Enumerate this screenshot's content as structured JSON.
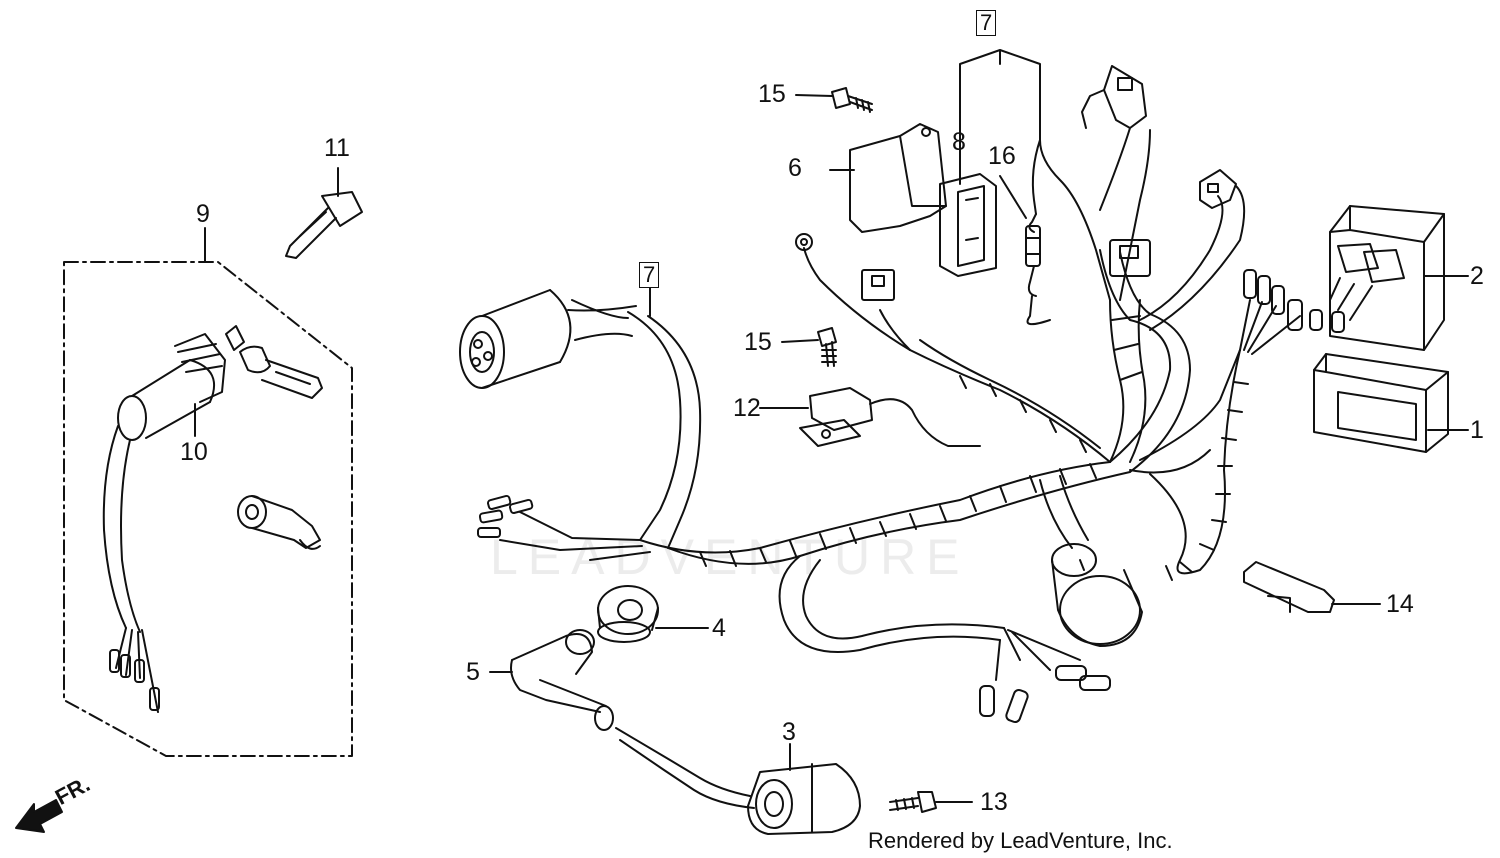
{
  "callouts": [
    {
      "id": "c1",
      "text": "1"
    },
    {
      "id": "c2",
      "text": "2"
    },
    {
      "id": "c3",
      "text": "3"
    },
    {
      "id": "c4",
      "text": "4"
    },
    {
      "id": "c5",
      "text": "5"
    },
    {
      "id": "c6",
      "text": "6"
    },
    {
      "id": "c7a",
      "text": "7"
    },
    {
      "id": "c7b",
      "text": "7"
    },
    {
      "id": "c8",
      "text": "8"
    },
    {
      "id": "c9",
      "text": "9"
    },
    {
      "id": "c10",
      "text": "10"
    },
    {
      "id": "c11",
      "text": "11"
    },
    {
      "id": "c12",
      "text": "12"
    },
    {
      "id": "c13",
      "text": "13"
    },
    {
      "id": "c14",
      "text": "14"
    },
    {
      "id": "c15a",
      "text": "15"
    },
    {
      "id": "c15b",
      "text": "15"
    },
    {
      "id": "c16",
      "text": "16"
    }
  ],
  "direction_label": "FR.",
  "watermark": "LEADVENTURE",
  "footer": "Rendered by LeadVenture, Inc."
}
